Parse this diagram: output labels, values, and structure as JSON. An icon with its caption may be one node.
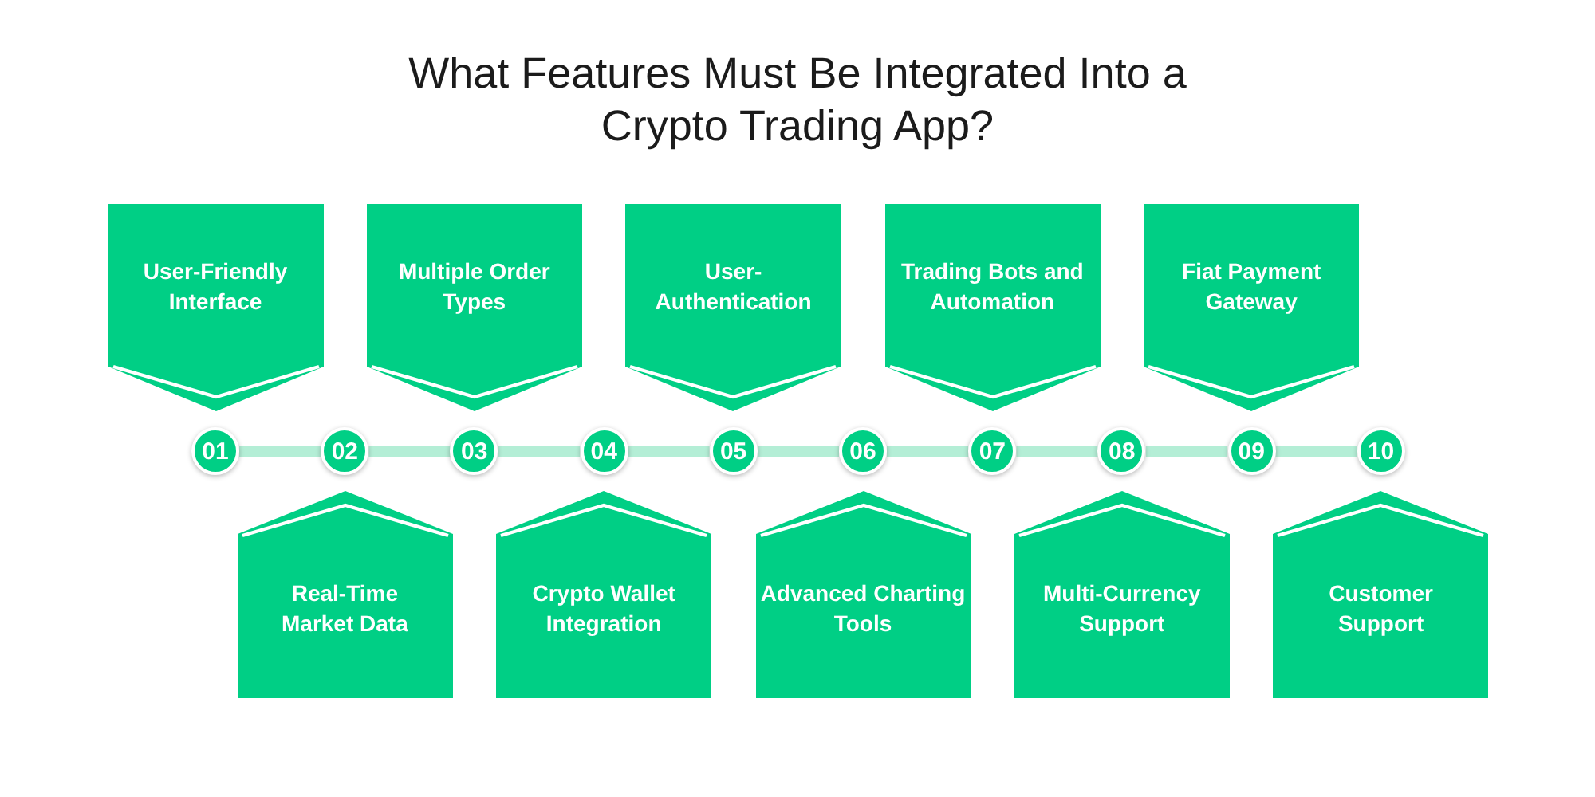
{
  "diagram": {
    "title": "What Features Must Be Integrated Into a Crypto Trading App?",
    "nodes": [
      {
        "text": [
          "User-Friendly Interface"
        ]
      },
      {
        "text": [
          "Multiple Order Types"
        ]
      },
      {
        "text": [
          "User-Authentication"
        ]
      },
      {
        "text": [
          "Trading Bots and Automation"
        ]
      },
      {
        "text": [
          "Fiat Payment Gateway"
        ]
      },
      {
        "text": [
          "01"
        ]
      },
      {
        "text": [
          "02"
        ]
      },
      {
        "text": [
          "03"
        ]
      },
      {
        "text": [
          "04"
        ]
      },
      {
        "text": [
          "05"
        ]
      },
      {
        "text": [
          "06"
        ]
      },
      {
        "text": [
          "07"
        ]
      },
      {
        "text": [
          "08"
        ]
      },
      {
        "text": [
          "09"
        ]
      },
      {
        "text": [
          "10"
        ]
      },
      {
        "text": [
          "Real-Time Market Data"
        ]
      },
      {
        "text": [
          "Crypto Wallet Integration"
        ]
      },
      {
        "text": [
          "Advanced Charting Tools"
        ]
      },
      {
        "text": [
          "Multi-Currency Support"
        ]
      },
      {
        "text": [
          "Customer Support"
        ]
      }
    ],
    "edges": [
      {
        "from": 5,
        "to": 6,
        "arrow": "none"
      },
      {
        "from": 6,
        "to": 7,
        "arrow": "none"
      },
      {
        "from": 7,
        "to": 8,
        "arrow": "none"
      },
      {
        "from": 8,
        "to": 9,
        "arrow": "none"
      },
      {
        "from": 9,
        "to": 10,
        "arrow": "none"
      },
      {
        "from": 10,
        "to": 11,
        "arrow": "none"
      },
      {
        "from": 11,
        "to": 12,
        "arrow": "none"
      },
      {
        "from": 12,
        "to": 13,
        "arrow": "none"
      },
      {
        "from": 13,
        "to": 14,
        "arrow": "none"
      }
    ]
  }
}
